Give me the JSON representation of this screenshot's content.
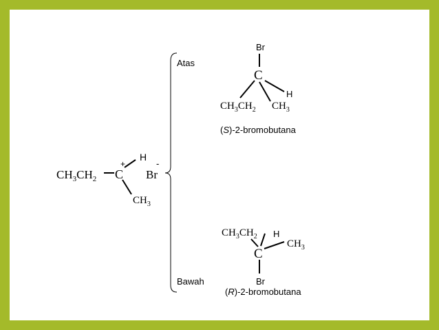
{
  "left_molecule": {
    "group1": "CH",
    "group1_sub1": "3",
    "group1_mid": "CH",
    "group1_sub2": "2",
    "center": "C",
    "charge_plus": "+",
    "h": "H",
    "anion": "Br",
    "charge_minus": "-",
    "methyl": "CH",
    "methyl_sub": "3"
  },
  "labels": {
    "top": "Atas",
    "bottom": "Bawah"
  },
  "s_product": {
    "br": "Br",
    "center": "C",
    "h": "H",
    "ethyl": "CH",
    "ethyl_sub1": "3",
    "ethyl_mid": "CH",
    "ethyl_sub2": "2",
    "methyl": "CH",
    "methyl_sub": "3",
    "name_open": "(",
    "name_config": "S",
    "name_rest": ")-2-bromobutana"
  },
  "r_product": {
    "ethyl": "CH",
    "ethyl_sub1": "3",
    "ethyl_mid": "CH",
    "ethyl_sub2": "2",
    "h": "H",
    "methyl": "CH",
    "methyl_sub": "3",
    "center": "C",
    "br": "Br",
    "name_open": "(",
    "name_config": "R",
    "name_rest": ")-2-bromobutana"
  },
  "colors": {
    "border": "#a4ba2a",
    "background": "#ffffff",
    "ink": "#000000"
  }
}
